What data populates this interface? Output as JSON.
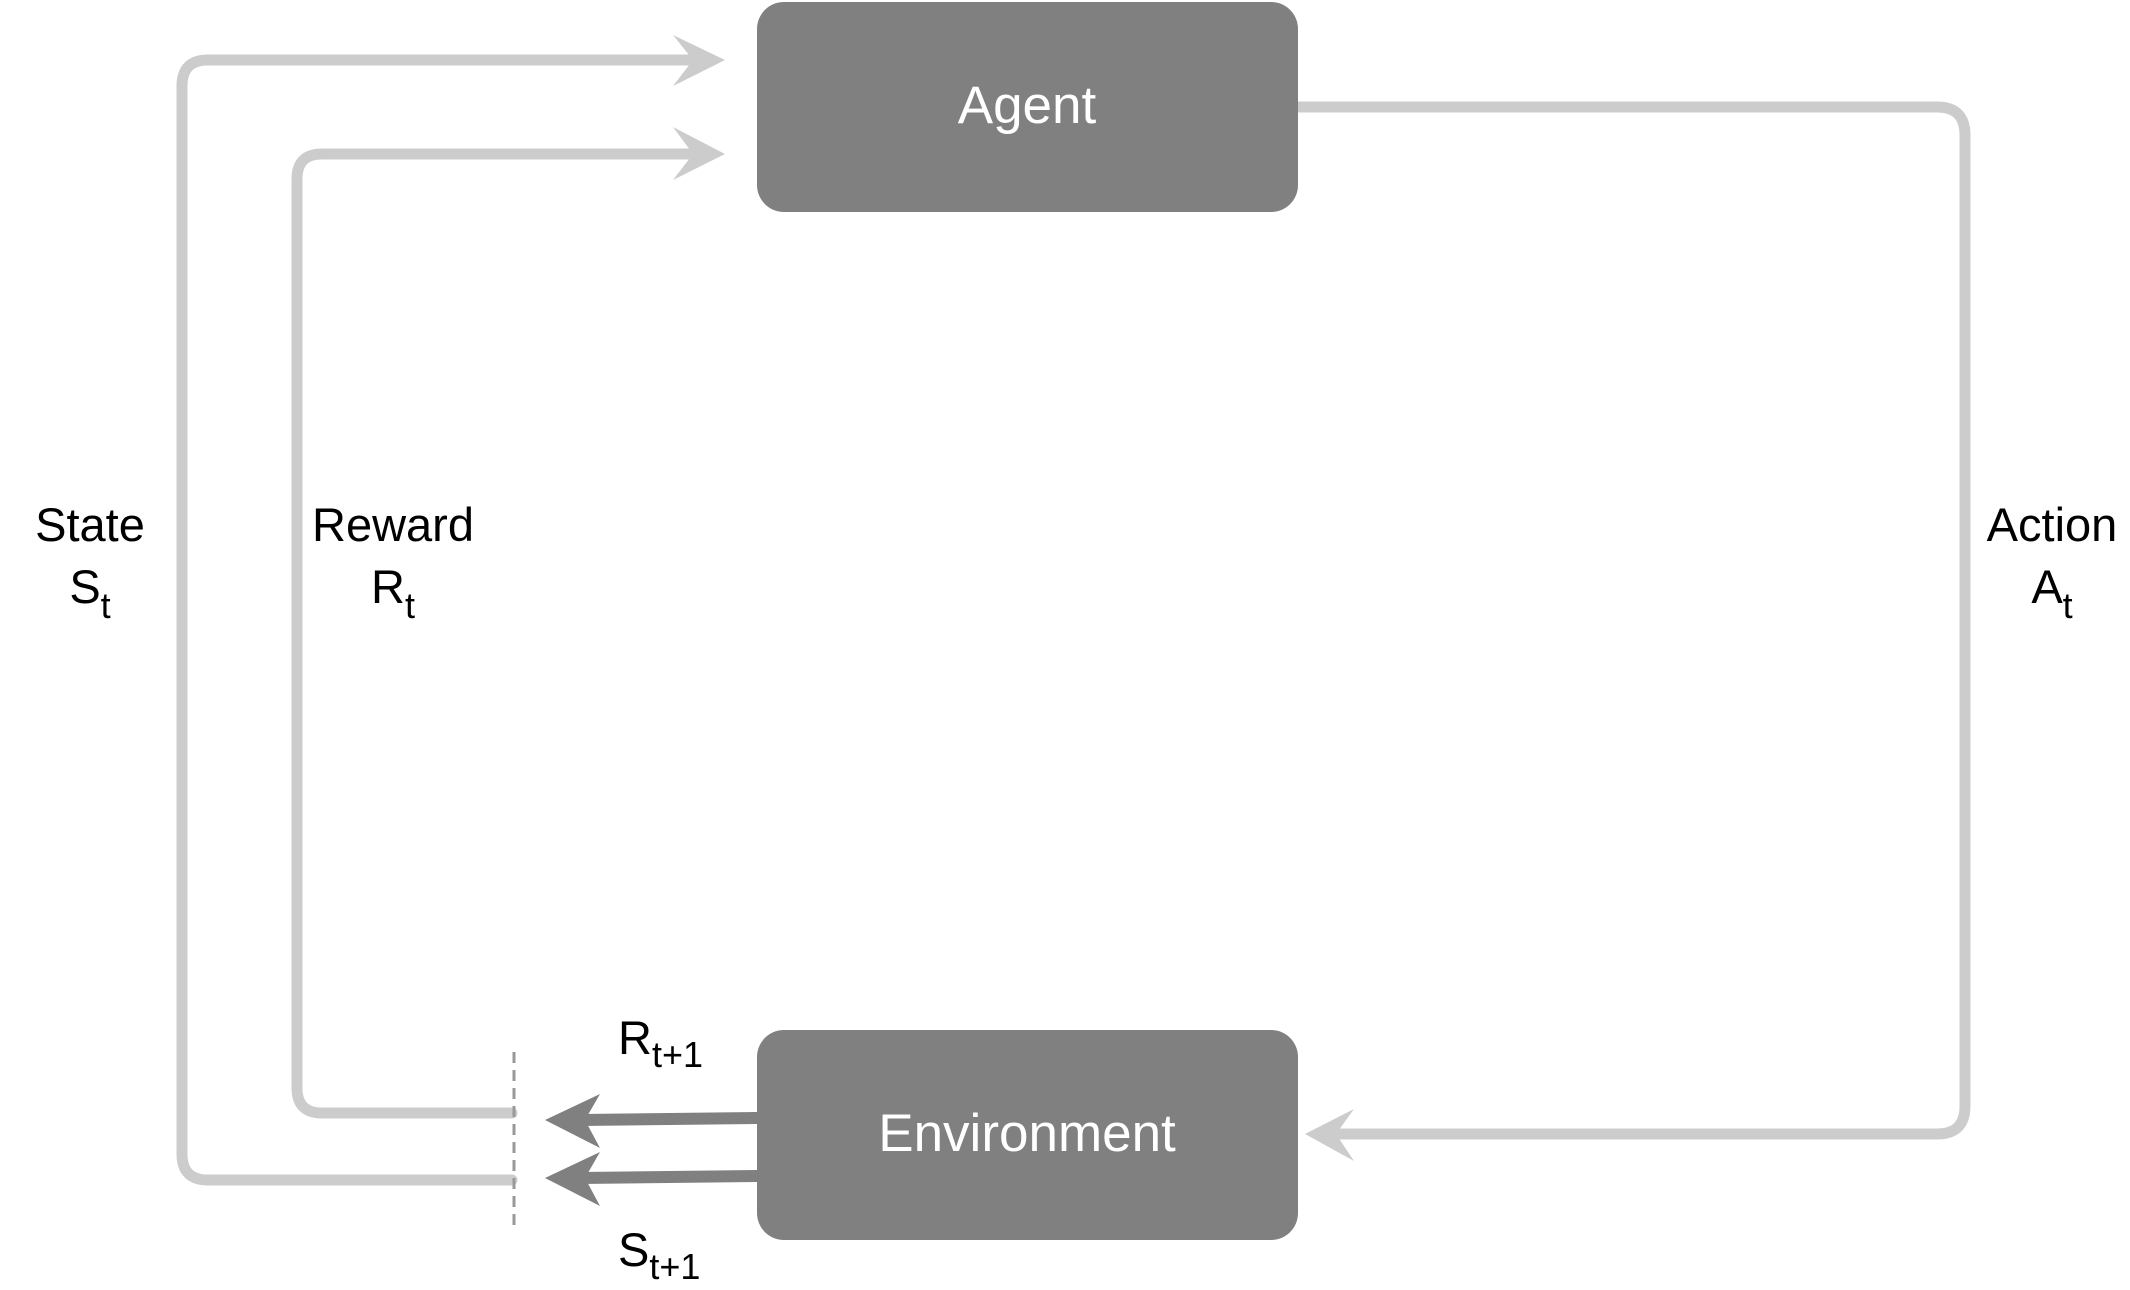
{
  "colors": {
    "box_fill": "#808080",
    "box_text": "#ffffff",
    "feedback_arrow": "#cccccc",
    "output_arrow": "#808080",
    "separator": "#999999",
    "label_text": "#000000"
  },
  "nodes": {
    "agent": {
      "label": "Agent"
    },
    "environment": {
      "label": "Environment"
    }
  },
  "edges": {
    "state": {
      "word": "State",
      "symbol": "S",
      "subscript": "t"
    },
    "reward": {
      "word": "Reward",
      "symbol": "R",
      "subscript": "t"
    },
    "action": {
      "word": "Action",
      "symbol": "A",
      "subscript": "t"
    },
    "next_reward": {
      "symbol": "R",
      "subscript": "t+1"
    },
    "next_state": {
      "symbol": "S",
      "subscript": "t+1"
    }
  }
}
